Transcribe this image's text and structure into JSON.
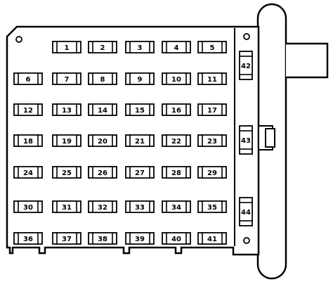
{
  "fuses": {
    "grid": [
      [
        null,
        "1",
        "2",
        "3",
        "4",
        "5"
      ],
      [
        "6",
        "7",
        "8",
        "9",
        "10",
        "11"
      ],
      [
        "12",
        "13",
        "14",
        "15",
        "16",
        "17"
      ],
      [
        "18",
        "19",
        "20",
        "21",
        "22",
        "23"
      ],
      [
        "24",
        "25",
        "26",
        "27",
        "28",
        "29"
      ],
      [
        "30",
        "31",
        "32",
        "33",
        "34",
        "35"
      ],
      [
        "36",
        "37",
        "38",
        "39",
        "40",
        "41"
      ]
    ],
    "side": [
      "42",
      "43",
      "44"
    ]
  }
}
